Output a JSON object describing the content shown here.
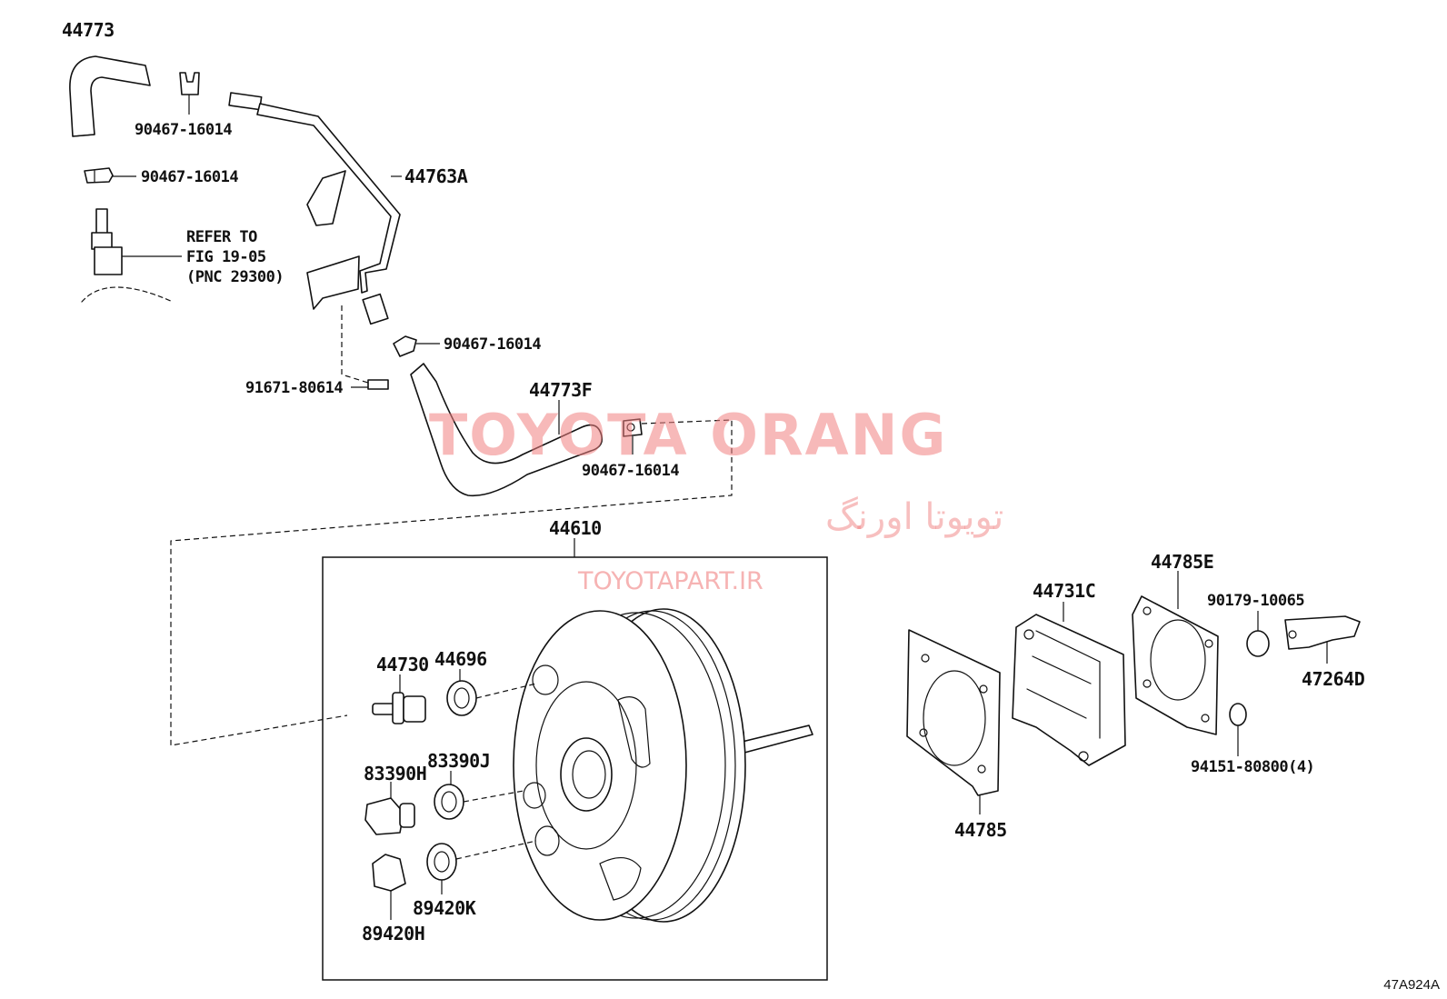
{
  "labels": {
    "p44773": "44773",
    "p90467_a": "90467-16014",
    "p90467_b": "90467-16014",
    "p44763A": "44763A",
    "refer_1": "REFER TO",
    "refer_2": "FIG 19-05",
    "refer_3": "(PNC 29300)",
    "p90467_c": "90467-16014",
    "p91671": "91671-80614",
    "p44773F": "44773F",
    "p90467_d": "90467-16014",
    "p44610": "44610",
    "p44730": "44730",
    "p44696": "44696",
    "p83390H": "83390H",
    "p83390J": "83390J",
    "p89420K": "89420K",
    "p89420H": "89420H",
    "p44731C": "44731C",
    "p44785E": "44785E",
    "p90179": "90179-10065",
    "p47264D": "47264D",
    "p94151": "94151-80800(4)",
    "p44785": "44785"
  },
  "watermark": {
    "brand": "TOYOTA ORANG",
    "persian": "تویوتا اورنگ",
    "url": "TOYOTAPART.IR"
  },
  "figure_code": "47A924A"
}
